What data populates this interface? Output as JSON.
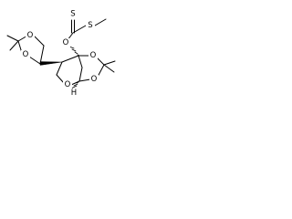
{
  "molecule": {
    "atoms": {
      "s_thione": "S",
      "s_methyl": "S",
      "o_ester": "O",
      "o_dioxolane_left_top": "O",
      "o_dioxolane_left_bottom": "O",
      "o_furanose": "O",
      "o_acetonide_top": "O",
      "o_acetonide_bottom": "O",
      "h_anomeric": "H"
    }
  },
  "colors": {
    "bond": "#000000",
    "background": "#ffffff"
  }
}
